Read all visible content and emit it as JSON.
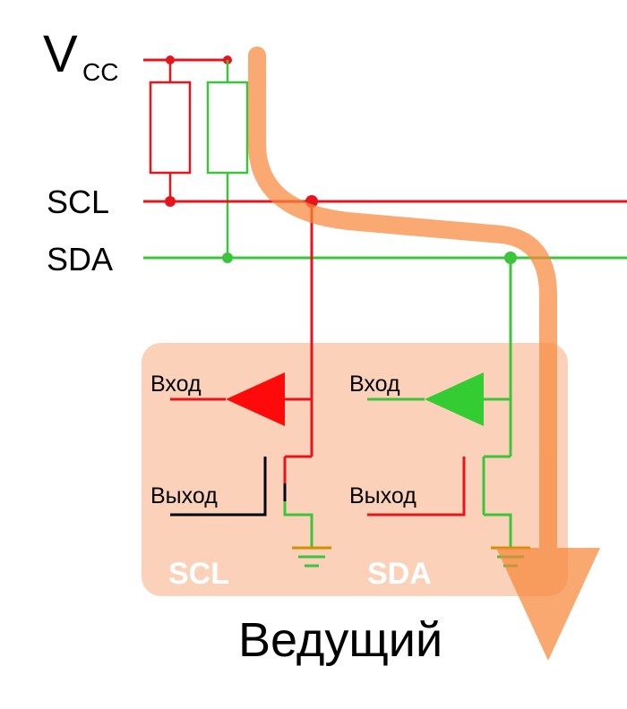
{
  "rails": {
    "vcc_main": "V",
    "vcc_sub": "CC",
    "scl": "SCL",
    "sda": "SDA"
  },
  "device": {
    "title": "Ведущий",
    "scl_block": {
      "input_label": "Вход",
      "output_label": "Выход",
      "name": "SCL"
    },
    "sda_block": {
      "input_label": "Вход",
      "output_label": "Выход",
      "name": "SDA"
    }
  },
  "colors": {
    "scl": "#e8141c",
    "sda": "#3cc43c",
    "device_fill": "#f9b48a",
    "flow_arrow": "#f7883a",
    "ground": "#d08f00"
  }
}
